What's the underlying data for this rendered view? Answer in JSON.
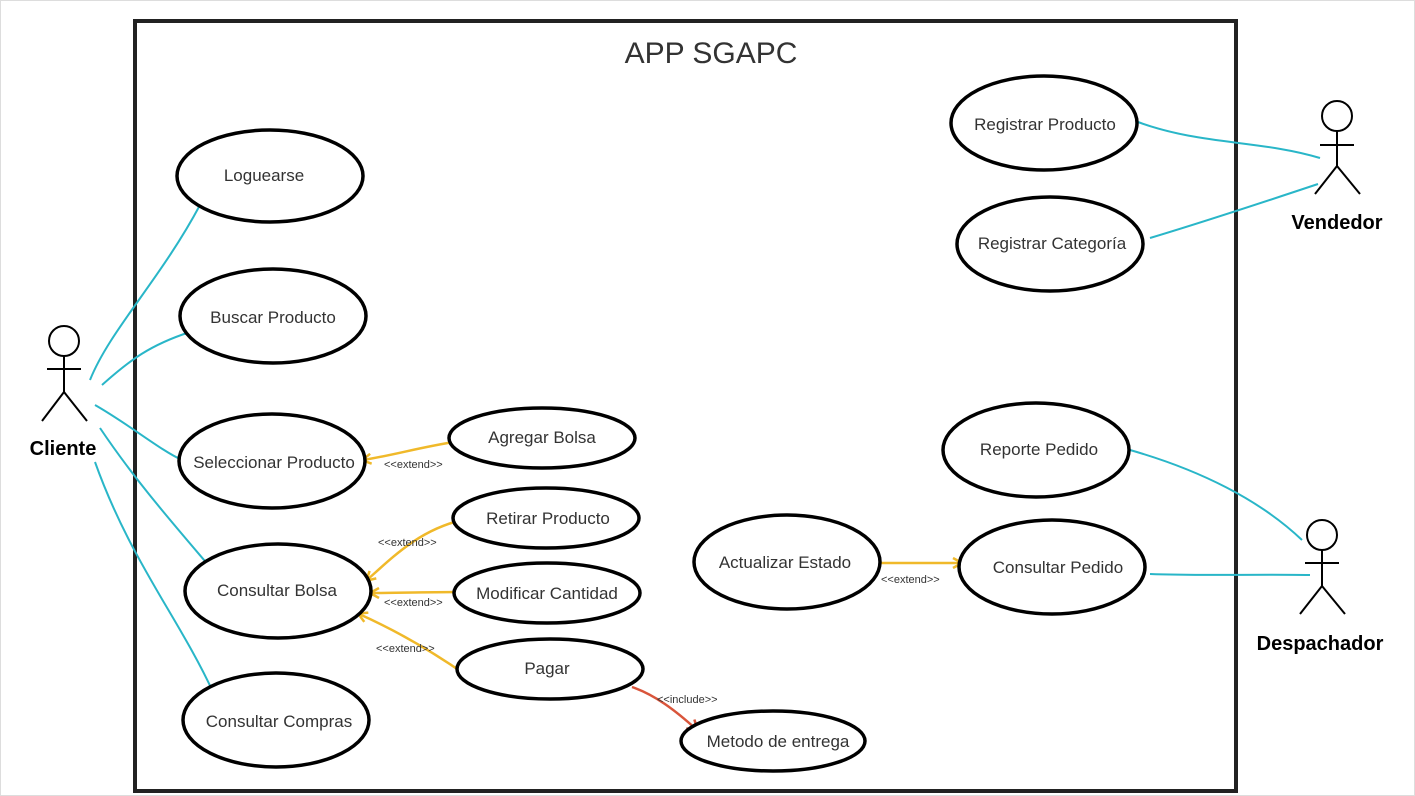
{
  "system": {
    "title": "APP SGAPC"
  },
  "actors": {
    "cliente": "Cliente",
    "vendedor": "Vendedor",
    "despachador": "Despachador"
  },
  "use_cases": {
    "loguearse": "Loguearse",
    "buscar_producto": "Buscar Producto",
    "seleccionar_producto": "Seleccionar Producto",
    "consultar_bolsa": "Consultar Bolsa",
    "consultar_compras": "Consultar Compras",
    "agregar_bolsa": "Agregar Bolsa",
    "retirar_producto": "Retirar Producto",
    "modificar_cantidad": "Modificar Cantidad",
    "pagar": "Pagar",
    "metodo_entrega": "Metodo de entrega",
    "registrar_producto": "Registrar Producto",
    "registrar_categoria": "Registrar Categoría",
    "reporte_pedido": "Reporte Pedido",
    "actualizar_estado": "Actualizar Estado",
    "consultar_pedido": "Consultar Pedido"
  },
  "relations": {
    "extend_agregar": "<<extend>>",
    "extend_retirar": "<<extend>>",
    "extend_modificar": "<<extend>>",
    "extend_pagar": "<<extend>>",
    "include_metodo": "<<include>>",
    "extend_actualizar": "<<extend>>"
  },
  "colors": {
    "association": "#29b6c8",
    "extend": "#f0b92a",
    "include": "#d9553b"
  }
}
